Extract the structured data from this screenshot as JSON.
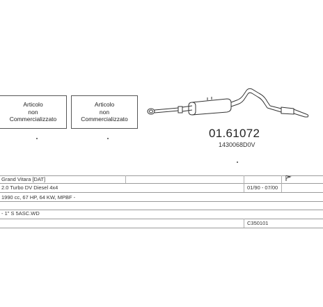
{
  "boxes": [
    {
      "line1": "Articolo",
      "line2": "non",
      "line3": "Commercializzato"
    },
    {
      "line1": "Articolo",
      "line2": "non",
      "line3": "Commercializzato"
    }
  ],
  "part": {
    "number": "01.61072",
    "oem": "1430068D0V"
  },
  "table": {
    "model": "Grand Vitara [DAT]",
    "engine": "2.0 Turbo DV Diesel 4x4",
    "years": "01/90 - 07/00",
    "specs": "1990 cc, 67 HP, 64 KW, MPBF -",
    "note": "- 1\" S 5ASC.WD",
    "ref": "C350101"
  },
  "icons": {
    "flag": "flag-icon"
  }
}
